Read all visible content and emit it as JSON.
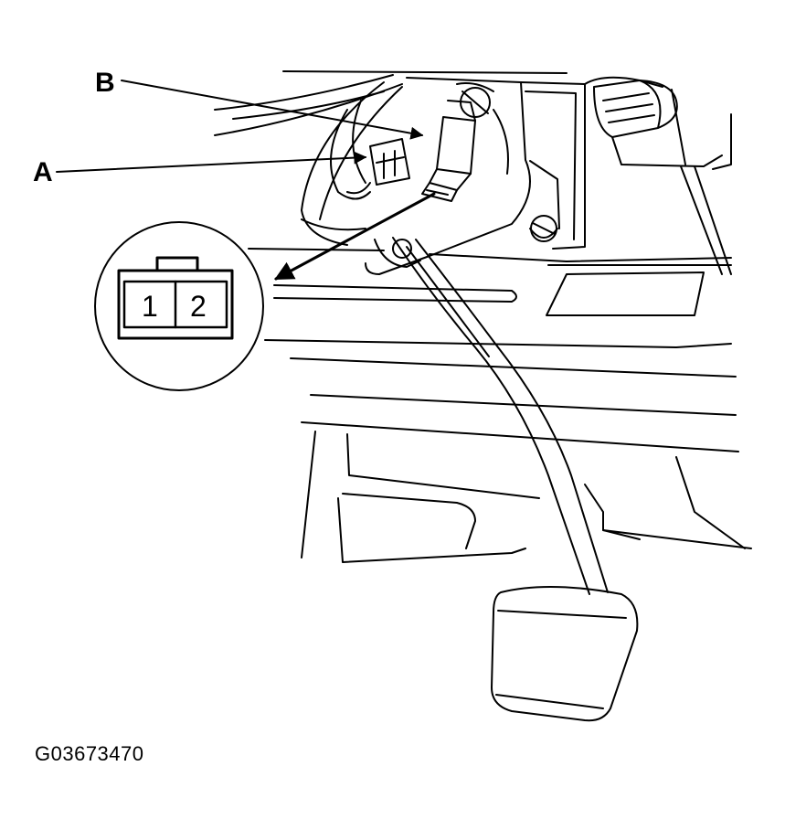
{
  "callouts": {
    "a": "A",
    "b": "B"
  },
  "connector": {
    "pin1": "1",
    "pin2": "2"
  },
  "figure_id": "G03673470",
  "colors": {
    "line": "#000000",
    "background": "#ffffff"
  }
}
